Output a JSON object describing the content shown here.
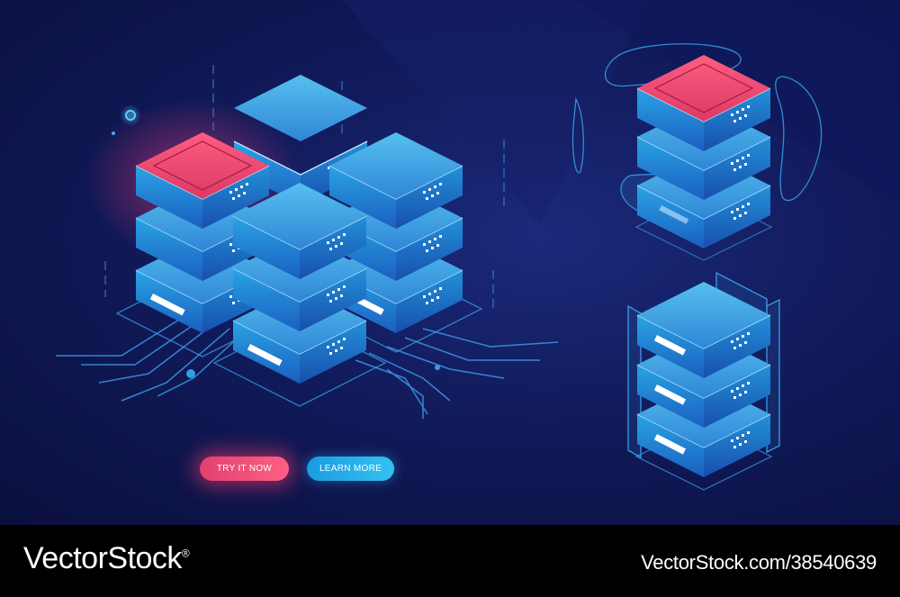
{
  "buttons": {
    "try_label": "TRY IT NOW",
    "learn_label": "LEARN MORE"
  },
  "footer": {
    "brand": "VectorStock",
    "registered": "®",
    "stock_id": "VectorStock.com/38540639"
  },
  "colors": {
    "background": "#0b0f3a",
    "accent_pink": "#e2416e",
    "accent_blue": "#1fa8e6",
    "server_top": "#3fa8e0",
    "server_side": "#1b67c7"
  },
  "icons": [
    "server-rack-icon",
    "circuit-lines-icon",
    "glow-dot-icon"
  ]
}
